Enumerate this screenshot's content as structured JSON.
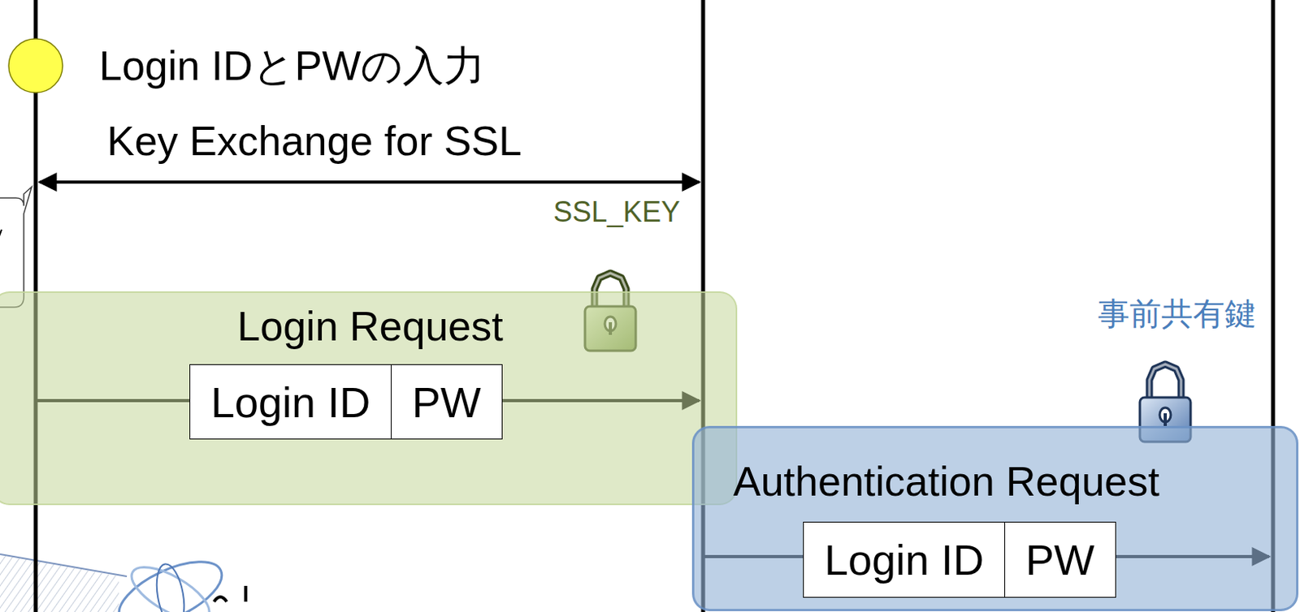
{
  "diagram": {
    "nodes": [
      {
        "text": [
          "Login Request"
        ]
      },
      {
        "text": [
          "Login ID"
        ],
        "in": 0
      },
      {
        "text": [
          "PW"
        ],
        "in": 0
      },
      {
        "text": [
          "Authentication Request"
        ]
      },
      {
        "text": [
          "Login ID"
        ],
        "in": 3
      },
      {
        "text": [
          "PW"
        ],
        "in": 3
      }
    ],
    "labels": [
      "Login IDとPWの入力",
      "Key Exchange for SSL",
      "SSL_KEY",
      "事前共有鍵"
    ]
  }
}
